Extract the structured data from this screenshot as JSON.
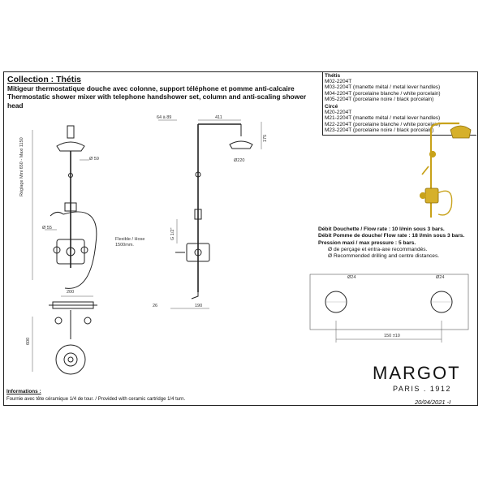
{
  "collection": "Collection : Thétis",
  "title_lines": {
    "fr": "Mitigeur thermostatique douche avec colonne, support téléphone et pomme anti-calcaire",
    "en": "Thermostatic shower mixer with telephone handshower set, column and anti-scaling shower head"
  },
  "references": {
    "thetis": {
      "heading": "Thétis",
      "items": [
        "M02-2204T",
        "M03-2204T (manette métal / metal lever handles)",
        "M04-2204T (porcelaine blanche / white porcelain)",
        "M05-2204T (porcelaine noire / black porcelain)"
      ]
    },
    "circe": {
      "heading": "Circé",
      "items": [
        "M20-2204T",
        "M21-2204T (manette métal / metal lever handles)",
        "M22-2204T (porcelaine blanche / white porcelain)",
        "M23-2204T (porcelaine noire / black porcelain)"
      ]
    }
  },
  "specs": {
    "flow_handshower": "Débit Douchette / Flow rate : 10 l/min sous 3 bars.",
    "flow_head": "Débit Pomme de douche/ Flow rate : 18 l/min sous 3 bars.",
    "pressure": "Pression maxi / max pressure : 5 bars.",
    "drilling_fr": "Ø de perçage et entra-axe recommandés.",
    "drilling_en": "Ø Recommended drilling and centre distances."
  },
  "dimensions": {
    "front_height": "Réglage Mini 650 - Maxi 1150",
    "d59": "Ø 59",
    "d55": "Ø 55",
    "flex": "Flexible / Hose",
    "flex_len": "1500mm.",
    "w200": "200",
    "h600": "600",
    "d64_89": "64 à 89",
    "w411": "411",
    "h175": "175",
    "d220": "Ø220",
    "g12": "G 1/2\"",
    "d26": "26",
    "w190": "190",
    "d24a": "Ø24",
    "d24b": "Ø24",
    "w150": "150 ±10"
  },
  "brand": {
    "name": "MARGOT",
    "city": "PARIS . 1912",
    "date": "20/04/2021 -I"
  },
  "info": {
    "heading": "Informations :",
    "text": "Fournie avec tête céramique 1/4 de tour. / Provided with ceramic cartridge 1/4 turn."
  },
  "colors": {
    "line": "#222222",
    "brass": "#c8a21a",
    "brass_dark": "#8a6b08"
  }
}
